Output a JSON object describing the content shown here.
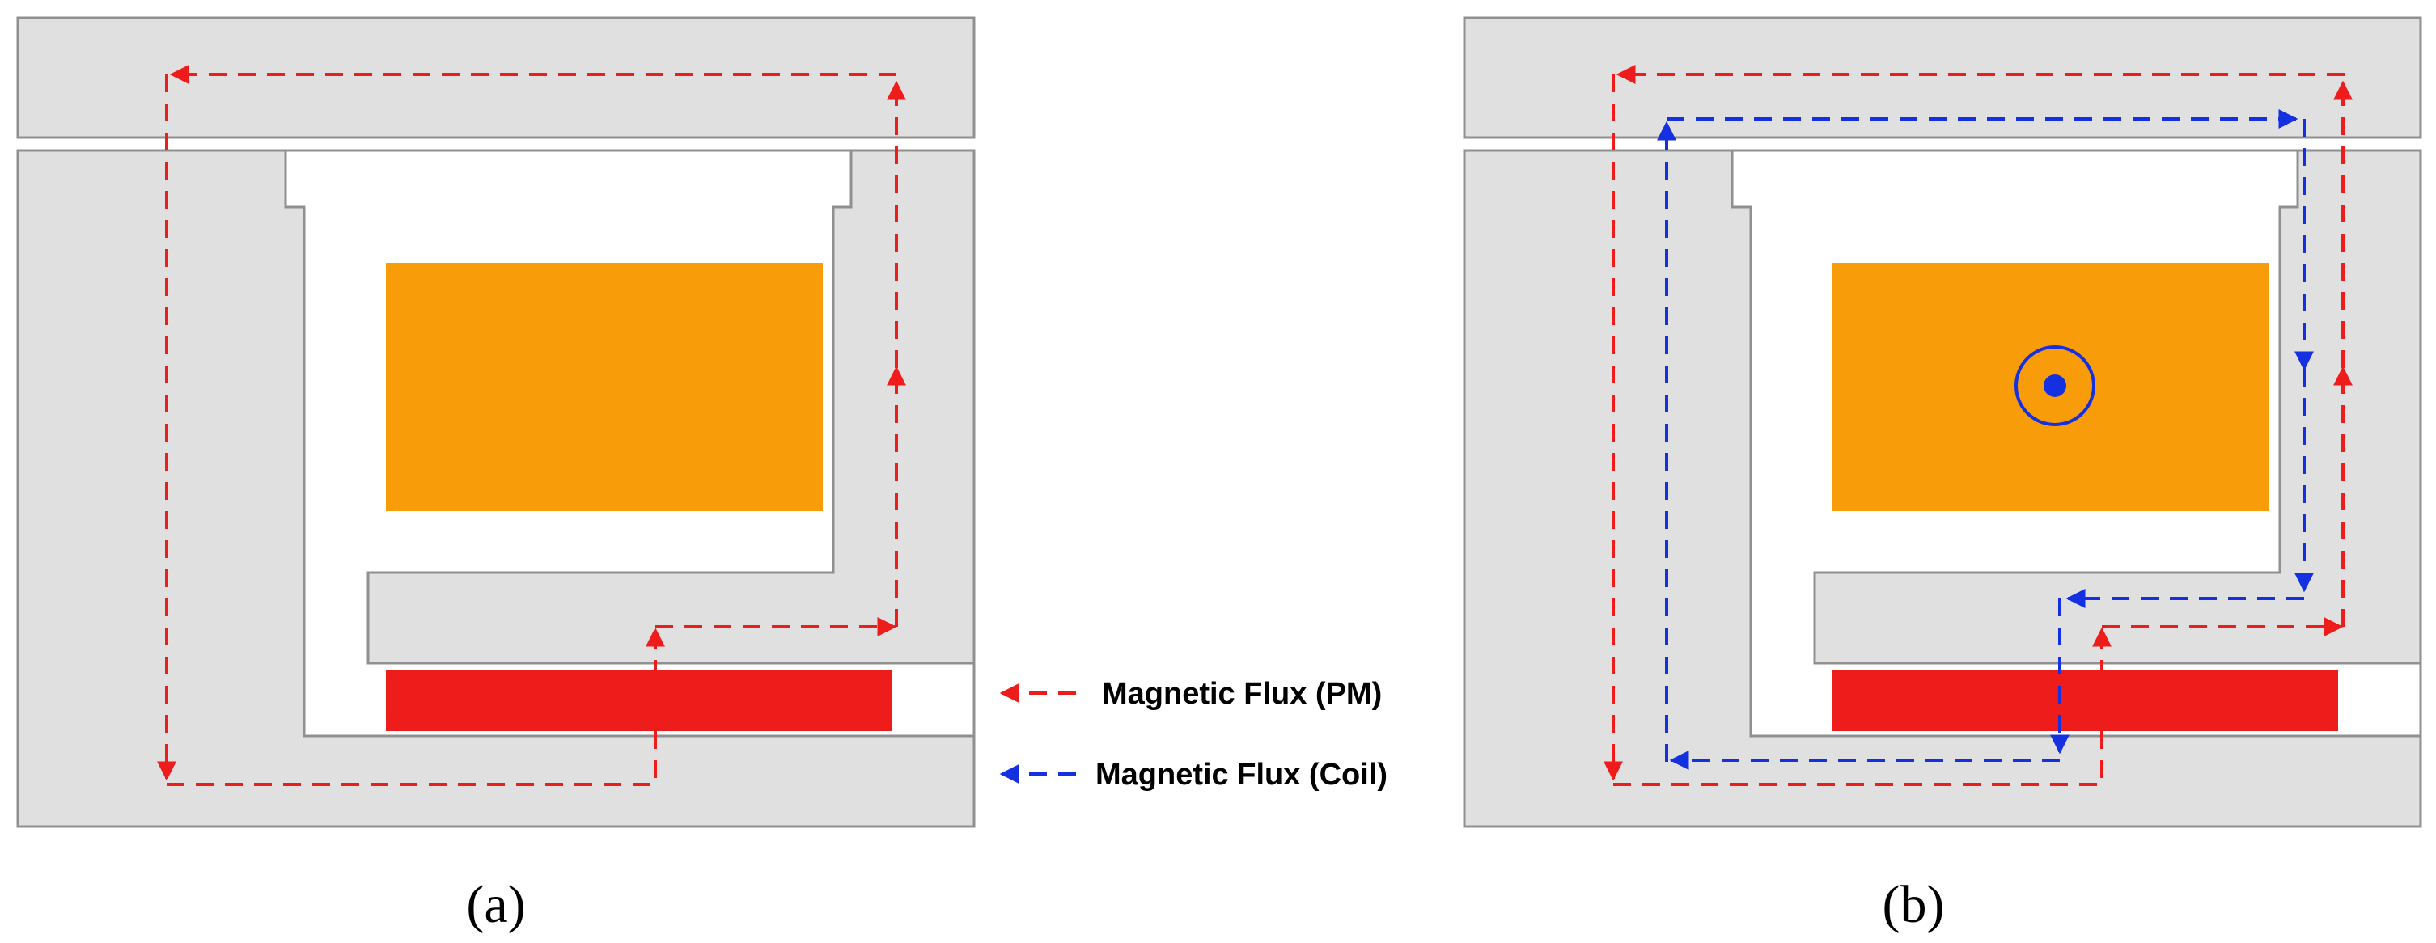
{
  "diagram": {
    "colors": {
      "core_fill": "#e0e0e0",
      "core_stroke": "#909090",
      "coil": "#f89c0a",
      "permanent_magnet": "#ef1c1c",
      "flux_pm": "#ef1c1c",
      "flux_coil": "#1530e0",
      "background": "#ffffff"
    },
    "panels": [
      {
        "label": "(a)",
        "shows_coil_current": false,
        "flux_paths": [
          "pm"
        ]
      },
      {
        "label": "(b)",
        "shows_coil_current": true,
        "coil_current_symbol": "current-out-of-page-icon",
        "flux_paths": [
          "pm",
          "coil"
        ]
      }
    ],
    "legend": [
      {
        "key": "pm",
        "label": "Magnetic Flux (PM)",
        "line_style": "dashed-arrow"
      },
      {
        "key": "coil",
        "label": "Magnetic Flux (Coil)",
        "line_style": "dashed-arrow"
      }
    ]
  }
}
